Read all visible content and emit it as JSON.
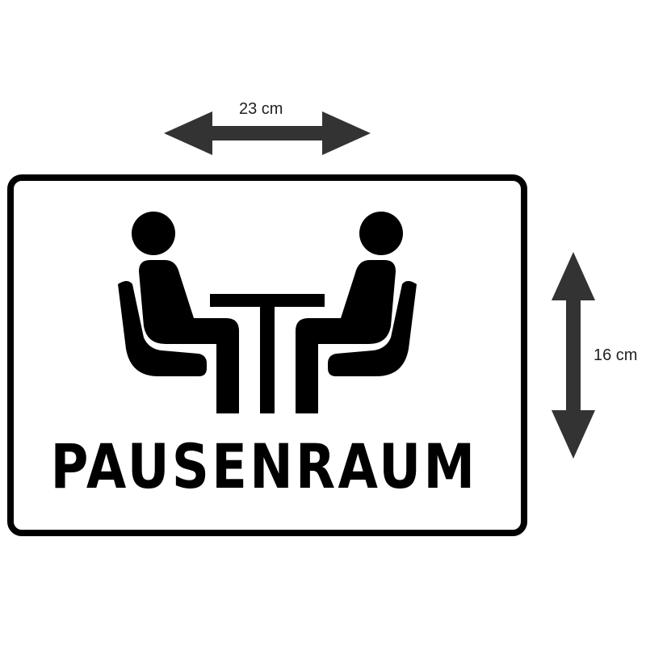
{
  "dimensions": {
    "width_label": "23 cm",
    "height_label": "16 cm"
  },
  "sign": {
    "title": "PAUSENRAUM",
    "pictogram": "two-people-seated-at-table-icon",
    "border_color": "#000000",
    "background_color": "#ffffff",
    "text_color": "#000000"
  },
  "colors": {
    "arrow": "#333333"
  }
}
